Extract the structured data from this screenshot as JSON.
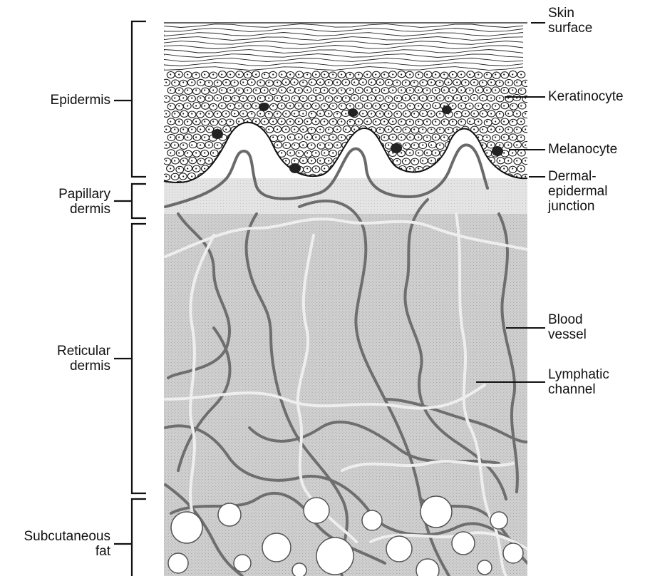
{
  "labels": {
    "left": {
      "epidermis": "Epidermis",
      "papillary_1": "Papillary",
      "papillary_2": "dermis",
      "reticular_1": "Reticular",
      "reticular_2": "dermis",
      "subcutaneous_1": "Subcutaneous",
      "subcutaneous_2": "fat"
    },
    "right": {
      "skin_surface_1": "Skin",
      "skin_surface_2": "surface",
      "keratinocyte": "Keratinocyte",
      "melanocyte": "Melanocyte",
      "dermal_1": "Dermal-",
      "dermal_2": "epidermal",
      "dermal_3": "junction",
      "blood_vessel_1": "Blood",
      "blood_vessel_2": "vessel",
      "lymphatic_1": "Lymphatic",
      "lymphatic_2": "channel"
    }
  },
  "colors": {
    "dermis_fill": "#c9c9c9",
    "papillary_fill": "#e6e6e6",
    "blood_vessel": "#6e6e6e",
    "lymphatic": "#ececec",
    "cell_outline": "#1a1a1a",
    "melanocyte": "#222222"
  }
}
